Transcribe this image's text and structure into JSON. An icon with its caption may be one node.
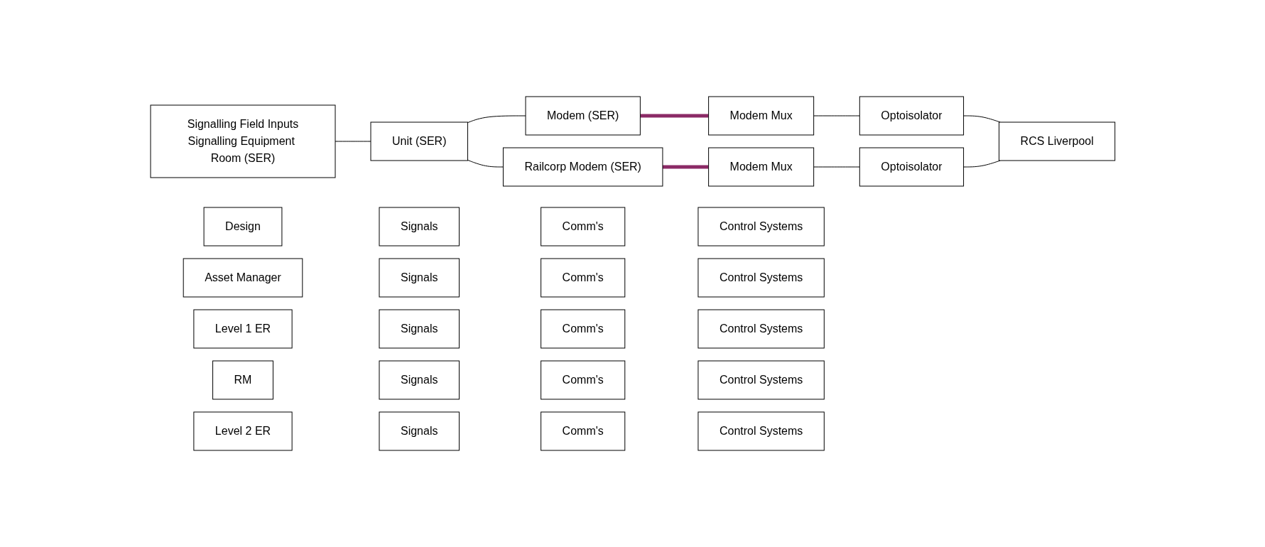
{
  "diagram": {
    "nodes": [
      {
        "text": [
          "Signalling Field Inputs",
          "Signalling Equipment Room (SER)"
        ]
      },
      {
        "text": [
          "Unit (SER)"
        ]
      },
      {
        "text": [
          "Modem (SER)"
        ]
      },
      {
        "text": [
          "Modem Mux"
        ]
      },
      {
        "text": [
          "Optoisolator"
        ]
      },
      {
        "text": [
          "RCS Liverpool"
        ]
      },
      {
        "text": [
          "Railcorp Modem (SER)"
        ]
      },
      {
        "text": [
          "Modem Mux"
        ]
      },
      {
        "text": [
          "Optoisolator"
        ]
      },
      {
        "text": [
          "Design"
        ]
      },
      {
        "text": [
          "Signals"
        ]
      },
      {
        "text": [
          "Comm's"
        ]
      },
      {
        "text": [
          "Control Systems"
        ]
      },
      {
        "text": [
          "Asset Manager"
        ]
      },
      {
        "text": [
          "Signals"
        ]
      },
      {
        "text": [
          "Comm's"
        ]
      },
      {
        "text": [
          "Control Systems"
        ]
      },
      {
        "text": [
          "Level 1 ER"
        ]
      },
      {
        "text": [
          "Signals"
        ]
      },
      {
        "text": [
          "Comm's"
        ]
      },
      {
        "text": [
          "Control Systems"
        ]
      },
      {
        "text": [
          "RM"
        ]
      },
      {
        "text": [
          "Signals"
        ]
      },
      {
        "text": [
          "Comm's"
        ]
      },
      {
        "text": [
          "Control Systems"
        ]
      },
      {
        "text": [
          "Level 2 ER"
        ]
      },
      {
        "text": [
          "Signals"
        ]
      },
      {
        "text": [
          "Comm's"
        ]
      },
      {
        "text": [
          "Control Systems"
        ]
      }
    ],
    "edges": [
      {
        "from": 0,
        "to": 1,
        "arrow": "none"
      },
      {
        "from": 1,
        "to": 2,
        "arrow": "none"
      },
      {
        "from": 1,
        "to": 6,
        "arrow": "none"
      },
      {
        "from": 2,
        "to": 3,
        "arrow": "none",
        "style": "thick",
        "color": "#8b2a66"
      },
      {
        "from": 6,
        "to": 7,
        "arrow": "none",
        "style": "thick",
        "color": "#8b2a66"
      },
      {
        "from": 3,
        "to": 4,
        "arrow": "none"
      },
      {
        "from": 7,
        "to": 8,
        "arrow": "none"
      },
      {
        "from": 4,
        "to": 5,
        "arrow": "none"
      },
      {
        "from": 8,
        "to": 5,
        "arrow": "none"
      }
    ]
  }
}
